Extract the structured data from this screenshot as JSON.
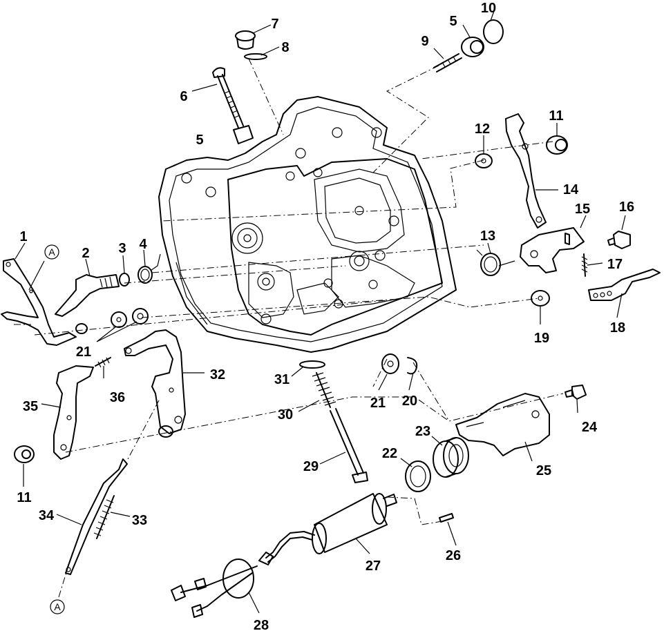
{
  "labels": {
    "l1": "1",
    "l2": "2",
    "l3": "3",
    "l4": "4",
    "l5a": "5",
    "l5b": "5",
    "l6": "6",
    "l7": "7",
    "l8": "8",
    "l9": "9",
    "l10": "10",
    "l11a": "11",
    "l11b": "11",
    "l12": "12",
    "l13": "13",
    "l14": "14",
    "l15": "15",
    "l16": "16",
    "l17": "17",
    "l18": "18",
    "l19": "19",
    "l20": "20",
    "l21a": "21",
    "l21b": "21",
    "l22": "22",
    "l23": "23",
    "l24": "24",
    "l25": "25",
    "l26": "26",
    "l27": "27",
    "l28": "28",
    "l29": "29",
    "l30": "30",
    "l31": "31",
    "l32": "32",
    "l33": "33",
    "l34": "34",
    "l35": "35",
    "l36": "36"
  },
  "references": {
    "a_top": "A",
    "a_bottom": "A"
  }
}
